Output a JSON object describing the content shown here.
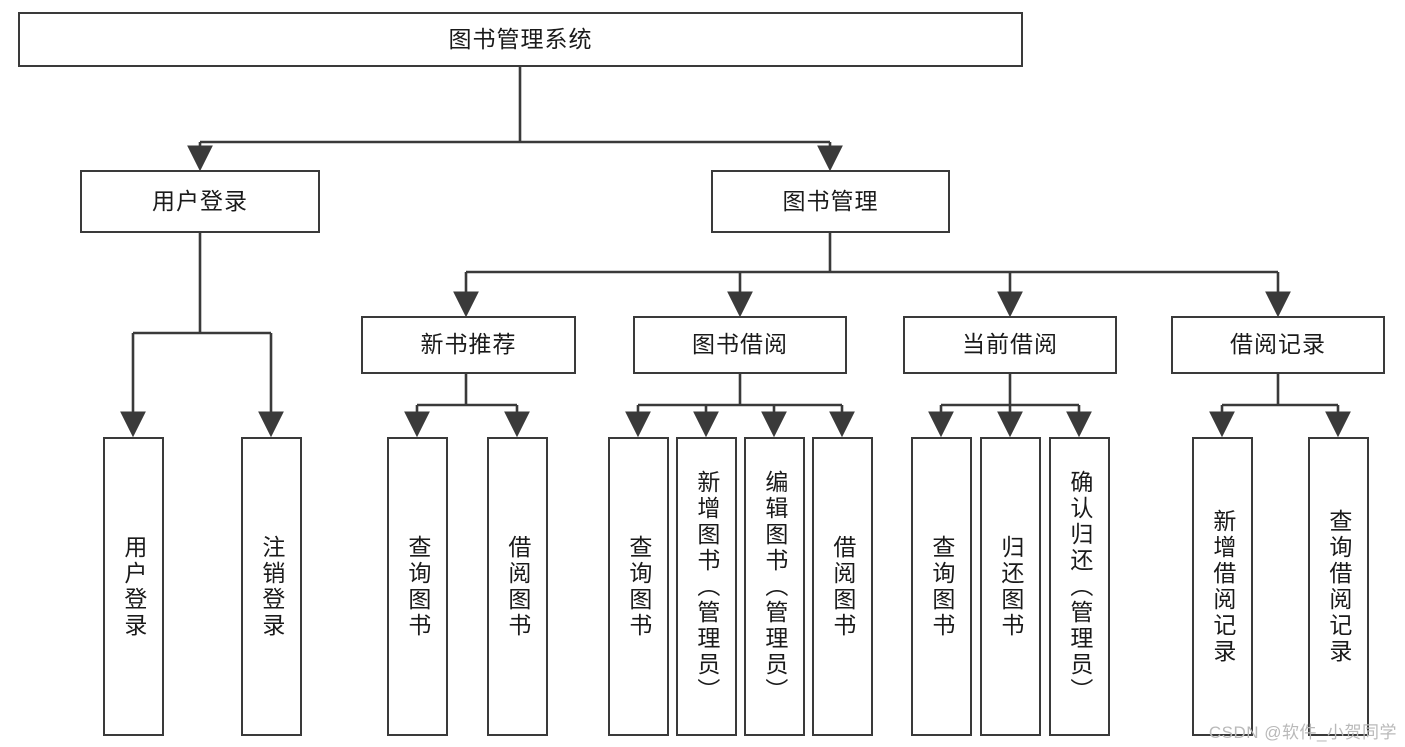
{
  "diagram": {
    "title": "图书管理系统",
    "type": "tree",
    "watermark": "CSDN @软件_小贺同学",
    "colors": {
      "stroke": "#3a3a3a",
      "fill": "#ffffff",
      "text": "#1a1a1a",
      "watermark": "#b9b9b9"
    },
    "root": {
      "label": "图书管理系统"
    },
    "level1": [
      {
        "id": "user-login",
        "label": "用户登录"
      },
      {
        "id": "book-manage",
        "label": "图书管理"
      }
    ],
    "level2": [
      {
        "id": "new-book-rec",
        "label": "新书推荐",
        "parent": "book-manage"
      },
      {
        "id": "book-borrow",
        "label": "图书借阅",
        "parent": "book-manage"
      },
      {
        "id": "current-borrow",
        "label": "当前借阅",
        "parent": "book-manage"
      },
      {
        "id": "borrow-record",
        "label": "借阅记录",
        "parent": "book-manage"
      }
    ],
    "leaves": {
      "user-login": [
        {
          "id": "leaf-user-login",
          "label": "用户登录"
        },
        {
          "id": "leaf-logout",
          "label": "注销登录"
        }
      ],
      "new-book-rec": [
        {
          "id": "leaf-query-book-1",
          "label": "查询图书"
        },
        {
          "id": "leaf-borrow-book-1",
          "label": "借阅图书"
        }
      ],
      "book-borrow": [
        {
          "id": "leaf-query-book-2",
          "label": "查询图书"
        },
        {
          "id": "leaf-add-book",
          "label": "新增图书（管理员）"
        },
        {
          "id": "leaf-edit-book",
          "label": "编辑图书（管理员）"
        },
        {
          "id": "leaf-borrow-book-2",
          "label": "借阅图书"
        }
      ],
      "current-borrow": [
        {
          "id": "leaf-query-book-3",
          "label": "查询图书"
        },
        {
          "id": "leaf-return-book",
          "label": "归还图书"
        },
        {
          "id": "leaf-confirm-return",
          "label": "确认归还（管理员）"
        }
      ],
      "borrow-record": [
        {
          "id": "leaf-add-record",
          "label": "新增借阅记录"
        },
        {
          "id": "leaf-query-record",
          "label": "查询借阅记录"
        }
      ]
    }
  }
}
